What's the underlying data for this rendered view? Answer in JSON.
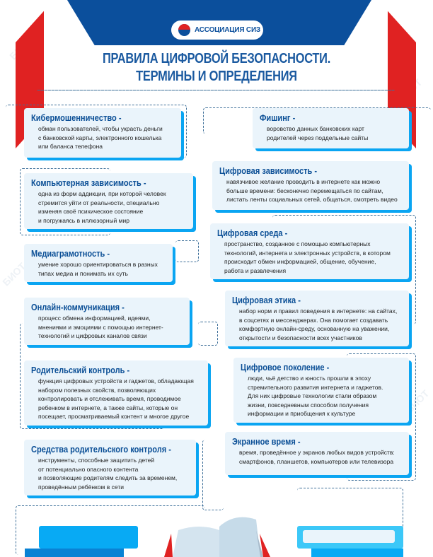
{
  "watermark": "БИОТ",
  "header": {
    "org": "АССОЦИАЦИЯ СИЗ",
    "title_line1": "ПРАВИЛА ЦИФРОВОЙ БЕЗОПАСНОСТИ.",
    "title_line2": "ТЕРМИНЫ И ОПРЕДЕЛЕНИЯ"
  },
  "colors": {
    "blue": "#0b4f9c",
    "red": "#e02222",
    "accent": "#0aa5f2",
    "card": "#eaf4fb"
  },
  "terms": [
    {
      "title": "Кибермошенничество -",
      "text": "обман пользователей, чтобы украсть деньги\nс банковской карты, электронного кошелька\nили баланса телефона"
    },
    {
      "title": "Компьютерная зависимость -",
      "text": "одна из форм аддикции, при которой человек\nстремится уйти от реальности, специально\nизменяя своё психическое состояние\nи погружаясь в иллюзорный мир"
    },
    {
      "title": "Медиаграмотность -",
      "text": "умение хорошо ориентироваться в разных\nтипах медиа и понимать их суть"
    },
    {
      "title": "Онлайн-коммуникация -",
      "text": "процесс обмена информацией, идеями,\nмнениями и эмоциями с помощью интернет-\nтехнологий и цифровых каналов связи"
    },
    {
      "title": "Родительский контроль -",
      "text": "функция цифровых устройств и гаджетов, обладающая\nнабором полезных свойств, позволяющих\nконтролировать и отслеживать время, проводимое\nребенком в интернете, а также сайты, которые он\nпосещает, просматриваемый контент и многое другое"
    },
    {
      "title": "Средства родительского контроля -",
      "text": "инструменты, способные защитить детей\nот потенциально опасного контента\nи позволяющие родителям следить за временем,\nпроведённым ребёнком в сети"
    },
    {
      "title": "Фишинг -",
      "text": "воровство данных банковских карт\nродителей через поддельные сайты"
    },
    {
      "title": "Цифровая зависимость -",
      "text": "навязчивое желание проводить в интернете как можно\nбольше времени: бесконечно перемещаться по сайтам,\nлистать ленты социальных сетей, общаться, смотреть видео"
    },
    {
      "title": "Цифровая среда -",
      "text": "пространство, созданное с помощью компьютерных\nтехнологий, интернета и электронных устройств, в котором\nпроисходит обмен информацией, общение, обучение,\nработа и развлечения"
    },
    {
      "title": "Цифровая этика -",
      "text": "набор норм и правил поведения в интернете: на сайтах,\nв соцсетях и мессенджерах. Она помогает создавать\nкомфортную онлайн-среду, основанную на уважении,\nоткрытости и безопасности всех участников"
    },
    {
      "title": "Цифровое поколение -",
      "text": "люди, чьё детство и юность прошли в эпоху\nстремительного развития интернета и гаджетов.\nДля них цифровые технологии стали образом\nжизни, повседневным способом получения\nинформации и приобщения к культуре"
    },
    {
      "title": "Экранное время -",
      "text": "время, проведённое у экранов любых видов устройств:\nсмартфонов, планшетов, компьютеров или телевизора"
    }
  ]
}
